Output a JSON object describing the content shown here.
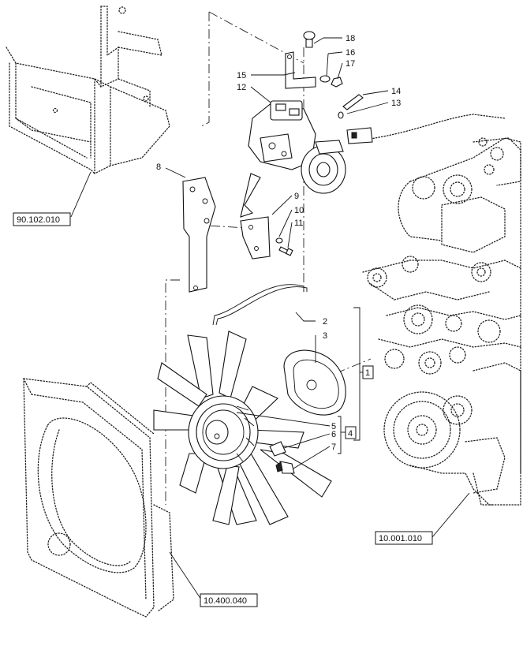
{
  "callouts": [
    "1",
    "2",
    "3",
    "4",
    "5",
    "6",
    "7",
    "8",
    "9",
    "10",
    "11",
    "12",
    "13",
    "14",
    "15",
    "16",
    "17",
    "18"
  ],
  "references": {
    "frame": "90.102.010",
    "engine": "10.001.010",
    "shroud": "10.400.040"
  },
  "groups": {
    "kit_1": "1",
    "kit_4": "4"
  }
}
